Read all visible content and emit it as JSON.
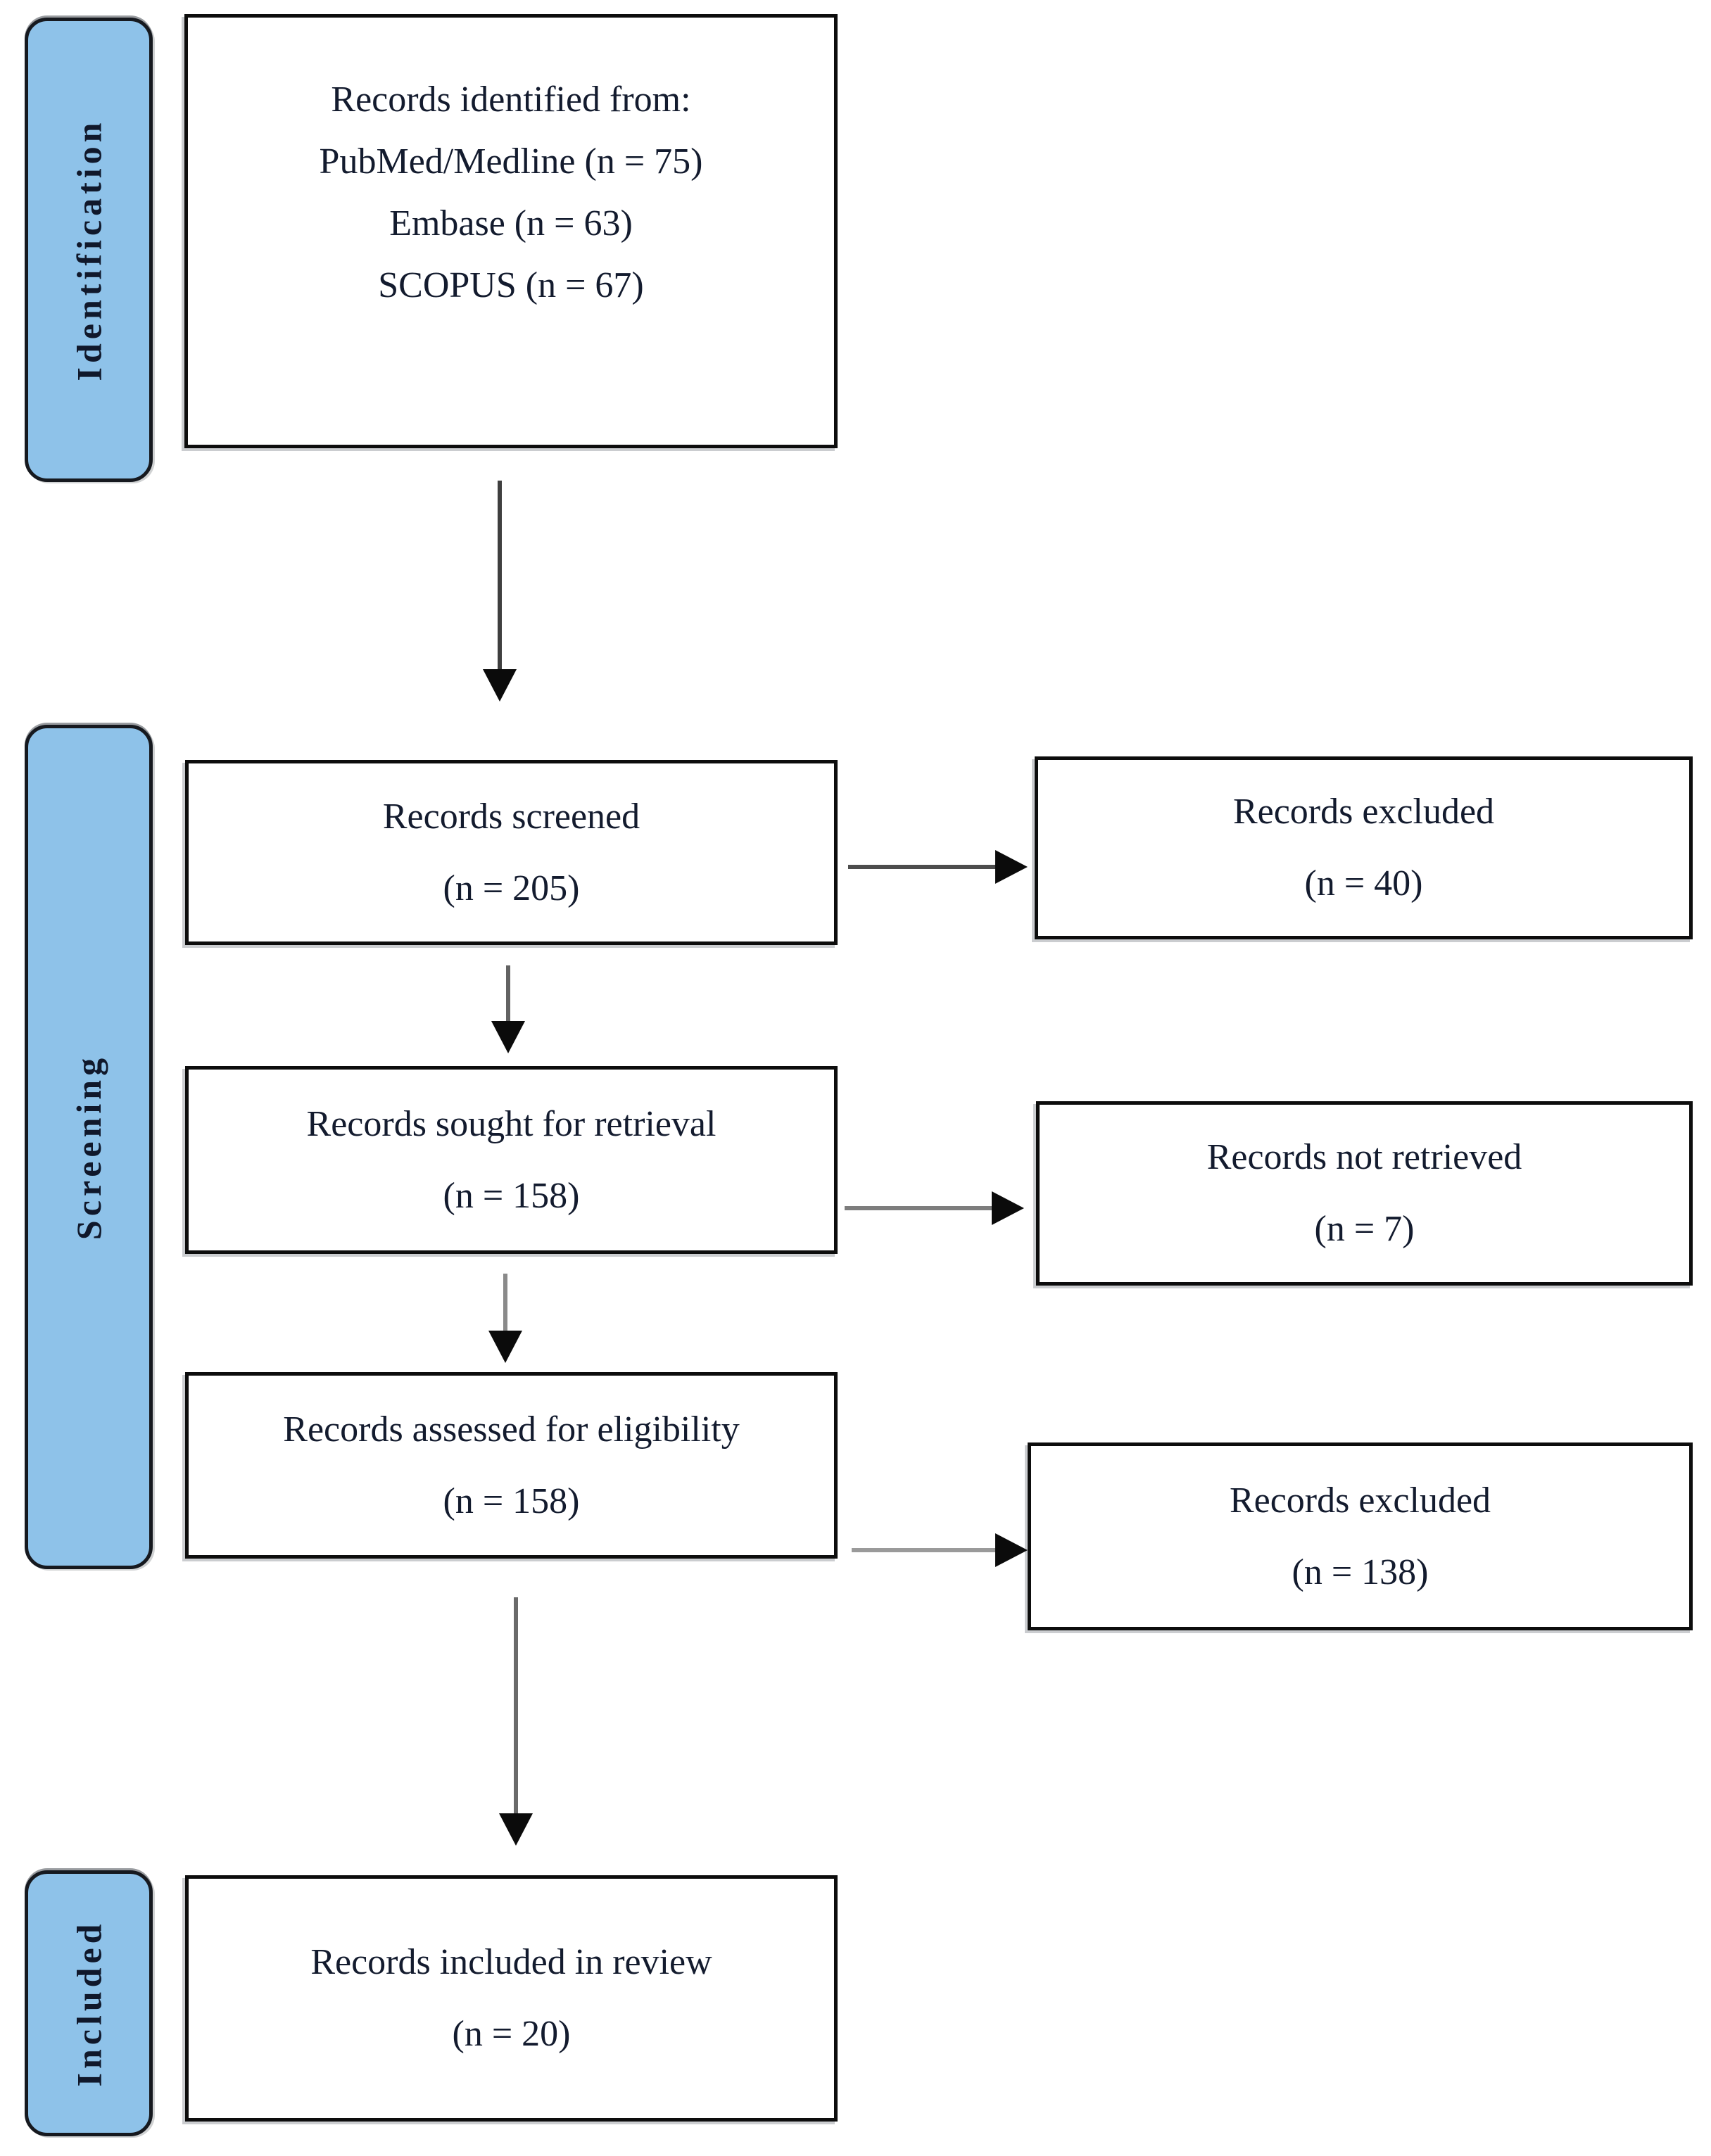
{
  "diagram": {
    "stage_labels": [
      {
        "text": "Identification"
      },
      {
        "text": "Screening"
      },
      {
        "text": "Included"
      }
    ],
    "boxes": {
      "identified": {
        "lines": [
          "Records identified from:",
          "PubMed/Medline (n = 75)",
          "Embase (n = 63)",
          "SCOPUS (n = 67)"
        ]
      },
      "screened": {
        "lines": [
          "Records screened",
          "(n = 205)"
        ]
      },
      "records_excluded_screening": {
        "lines": [
          "Records excluded",
          "(n = 40)"
        ]
      },
      "sought_for_retrieval": {
        "lines": [
          "Records sought for retrieval",
          "(n = 158)"
        ]
      },
      "not_retrieved": {
        "lines": [
          "Records not retrieved",
          "(n = 7)"
        ]
      },
      "assessed_for_eligibility": {
        "lines": [
          "Records assessed for eligibility",
          "(n = 158)"
        ]
      },
      "records_excluded_eligibility": {
        "lines": [
          "Records excluded",
          "(n = 138)"
        ]
      },
      "included_in_review": {
        "lines": [
          "Records included in review",
          "(n = 20)"
        ]
      }
    },
    "colors": {
      "stage_fill": "#8EC2E9",
      "box_border": "#0D0D0D",
      "text": "#131B2E"
    }
  }
}
